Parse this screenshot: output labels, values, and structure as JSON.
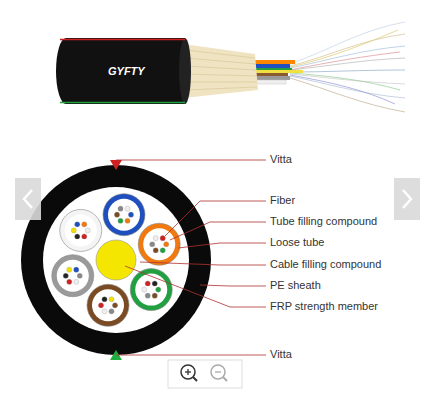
{
  "diagram": {
    "labels": [
      "GYFTY",
      "Vitta",
      "Fiber",
      "Tube filling compound",
      "Loose tube",
      "Cable filling compound",
      "PE sheath",
      "FRP strength member",
      "Vitta"
    ]
  }
}
